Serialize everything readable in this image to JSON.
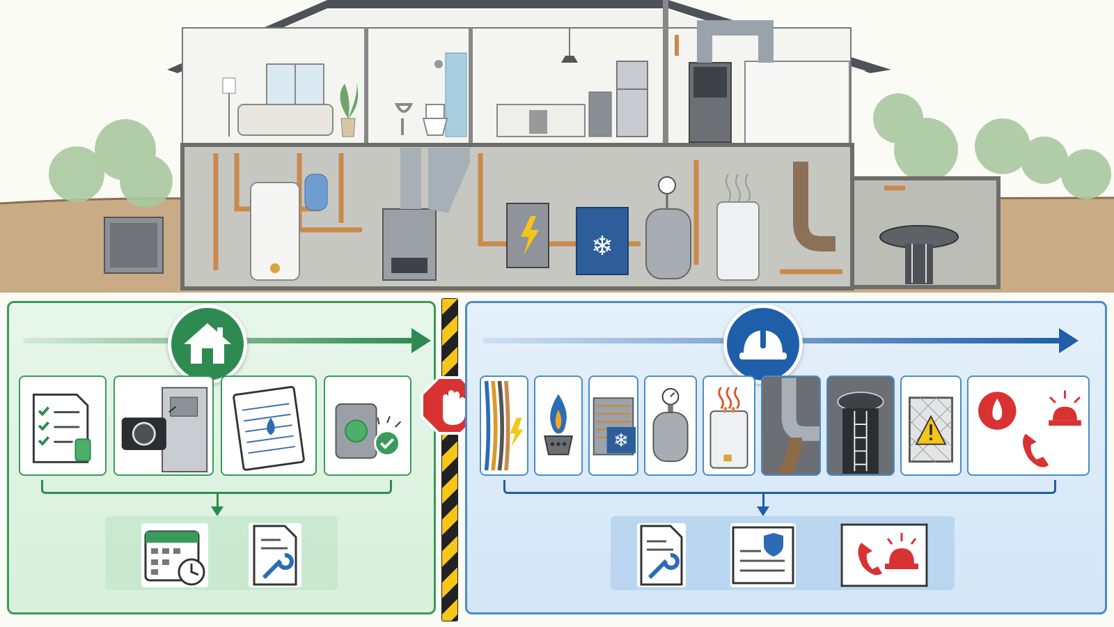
{
  "colors": {
    "diy_green": "#2f8a52",
    "pro_blue": "#1f5ea8",
    "stop_red": "#d83232",
    "caution_yellow": "#f5c518"
  },
  "house": {
    "rooms": [
      "living-room",
      "bathroom",
      "kitchen",
      "attic-hvac"
    ],
    "basement_equipment": [
      "outdoor-ac-unit",
      "water-heater",
      "expansion-tank",
      "furnace",
      "ductwork",
      "electrical-panel",
      "heat-pump-coil",
      "pressure-tank",
      "hot-water-tank",
      "drain-stack",
      "septic-access"
    ]
  },
  "diy_panel": {
    "badge_icon": "house-icon",
    "tasks": [
      {
        "icon": "checklist-icon"
      },
      {
        "icon": "camera-icon"
      },
      {
        "icon": "notebook-icon"
      },
      {
        "icon": "test-button-icon"
      }
    ],
    "outputs": [
      {
        "icon": "calendar-clock-icon"
      },
      {
        "icon": "wrench-document-icon"
      }
    ]
  },
  "pro_panel": {
    "badge_icon": "hard-hat-icon",
    "tasks": [
      {
        "icon": "wiring-icon"
      },
      {
        "icon": "gas-burner-icon"
      },
      {
        "icon": "refrigerant-coil-icon"
      },
      {
        "icon": "pressure-tank-icon"
      },
      {
        "icon": "water-heater-icon"
      },
      {
        "icon": "sewer-pipe-icon"
      },
      {
        "icon": "confined-space-icon"
      },
      {
        "icon": "hazard-fence-icon"
      },
      {
        "icon": "emergency-call-icon"
      }
    ],
    "outputs": [
      {
        "icon": "wrench-document-icon"
      },
      {
        "icon": "certificate-shield-icon"
      },
      {
        "icon": "emergency-call-icon"
      }
    ]
  },
  "divider": {
    "icon": "stop-hand-icon"
  }
}
